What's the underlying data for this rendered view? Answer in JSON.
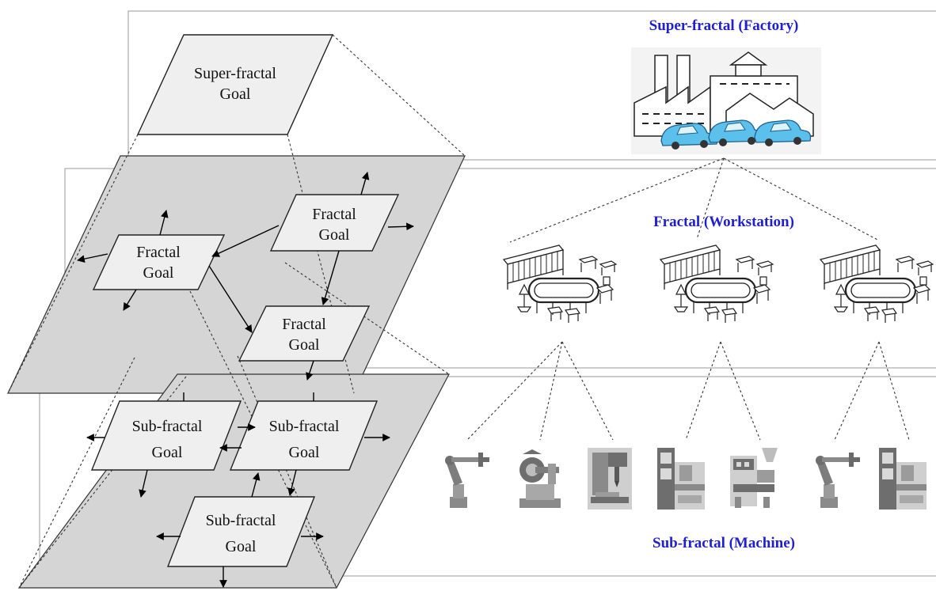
{
  "colors": {
    "title_blue": "#1f1fd0",
    "plane_fill": "#d5d5d5",
    "goal_fill": "#efefef",
    "band_stroke": "#9a9a9a"
  },
  "levels": {
    "super_fractal_title": "Super-fractal (Factory)",
    "fractal_title": "Fractal (Workstation)",
    "sub_fractal_title": "Sub-fractal (Machine)"
  },
  "goals": {
    "super_fractal": [
      "Super-fractal",
      "Goal"
    ],
    "fractal_1": [
      "Fractal",
      "Goal"
    ],
    "fractal_2": [
      "Fractal",
      "Goal"
    ],
    "fractal_3": [
      "Fractal",
      "Goal"
    ],
    "sub_fractal_1": [
      "Sub-fractal",
      "Goal"
    ],
    "sub_fractal_2": [
      "Sub-fractal",
      "Goal"
    ],
    "sub_fractal_3": [
      "Sub-fractal",
      "Goal"
    ]
  },
  "icons": {
    "factory": "factory-with-cars-icon",
    "workstation": "workstation-conveyor-icon",
    "machines": [
      "robot-arm-icon",
      "grinder-machine-icon",
      "drill-press-icon",
      "cnc-machine-icon",
      "injection-molding-icon",
      "robot-arm-icon",
      "cnc-machine-icon"
    ]
  }
}
